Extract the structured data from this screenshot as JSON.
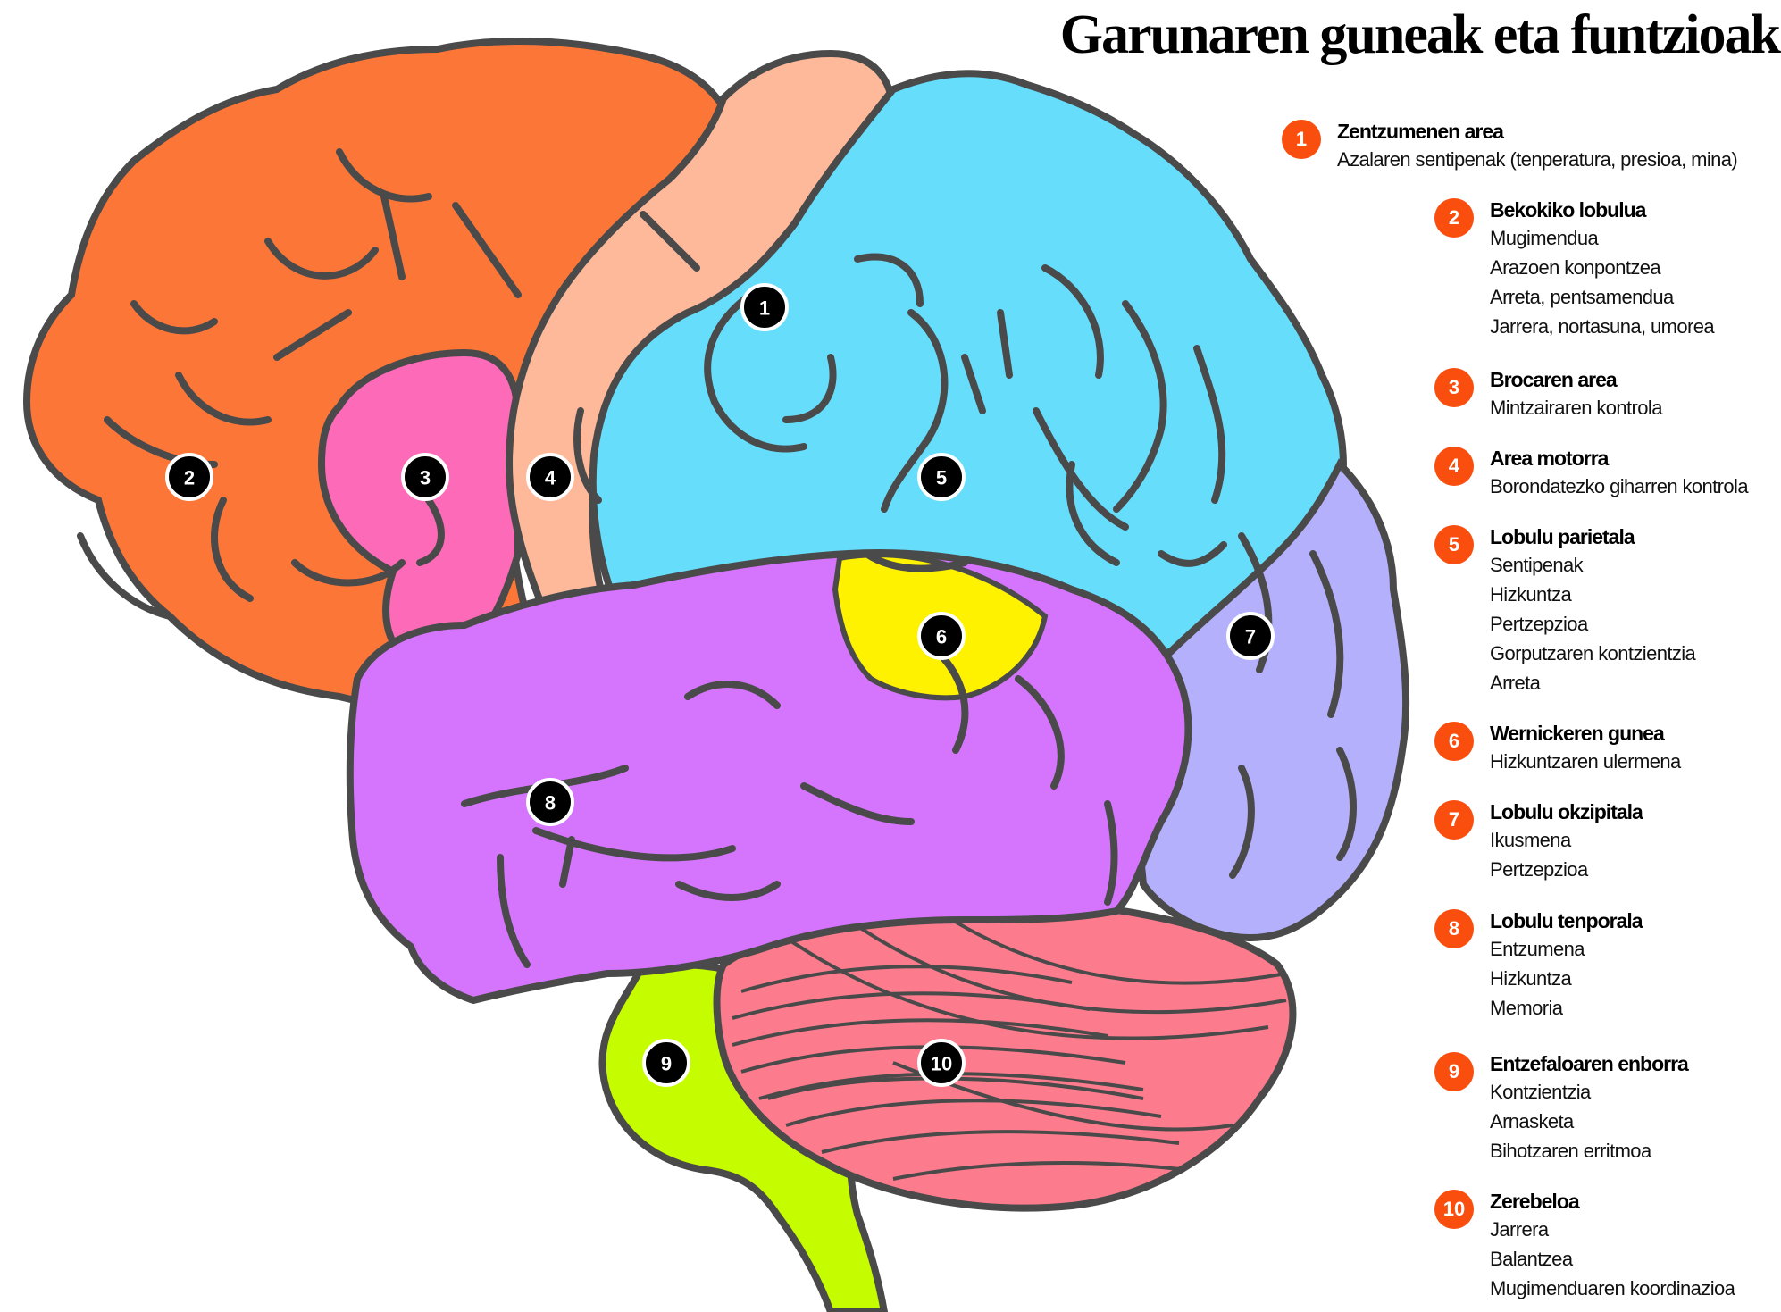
{
  "title": "Garunaren guneak eta funtzioak",
  "colors": {
    "region_1_zentzumenen": "#66ddfb",
    "region_2_bekokiko": "#fc7638",
    "region_3_broca": "#fc6ab8",
    "region_4_motorra": "#fdb99a",
    "region_5_parietala": "#66ddfb",
    "region_6_wernicke": "#fef200",
    "region_7_okzipitala": "#b4b0fc",
    "region_8_tenporala": "#d574fc",
    "region_9_enborra": "#c6fc00",
    "region_10_zerebeloa": "#fc7b8c",
    "outline": "#4a4a4a",
    "legend_badge": "#fa4e0f",
    "marker": "#000000"
  },
  "markers": [
    "1",
    "2",
    "3",
    "4",
    "5",
    "6",
    "7",
    "8",
    "9",
    "10"
  ],
  "legend": [
    {
      "number": "1",
      "title": "Zentzumenen area",
      "lines": [
        "Azalaren sentipenak (tenperatura, presioa, mina)"
      ]
    },
    {
      "number": "2",
      "title": "Bekokiko lobulua",
      "lines": [
        "Mugimendua",
        "Arazoen konpontzea",
        "Arreta, pentsamendua",
        "Jarrera, nortasuna, umorea"
      ]
    },
    {
      "number": "3",
      "title": "Brocaren area",
      "lines": [
        "Mintzairaren kontrola"
      ]
    },
    {
      "number": "4",
      "title": "Area motorra",
      "lines": [
        "Borondatezko giharren kontrola"
      ]
    },
    {
      "number": "5",
      "title": "Lobulu parietala",
      "lines": [
        "Sentipenak",
        "Hizkuntza",
        "Pertzepzioa",
        "Gorputzaren kontzientzia",
        "Arreta"
      ]
    },
    {
      "number": "6",
      "title": "Wernickeren gunea",
      "lines": [
        "Hizkuntzaren ulermena"
      ]
    },
    {
      "number": "7",
      "title": "Lobulu okzipitala",
      "lines": [
        "Ikusmena",
        "Pertzepzioa"
      ]
    },
    {
      "number": "8",
      "title": "Lobulu tenporala",
      "lines": [
        "Entzumena",
        "Hizkuntza",
        "Memoria"
      ]
    },
    {
      "number": "9",
      "title": "Entzefaloaren enborra",
      "lines": [
        "Kontzientzia",
        "Arnasketa",
        "Bihotzaren erritmoa"
      ]
    },
    {
      "number": "10",
      "title": "Zerebeloa",
      "lines": [
        "Jarrera",
        "Balantzea",
        "Mugimenduaren koordinazioa"
      ]
    }
  ]
}
